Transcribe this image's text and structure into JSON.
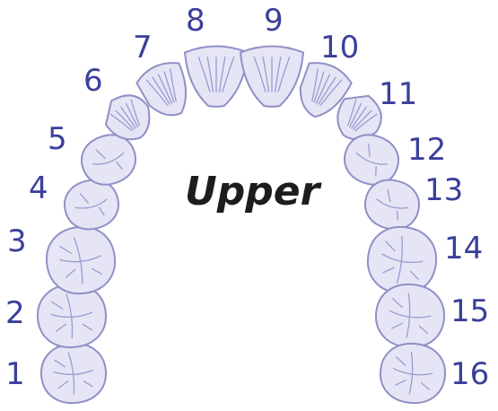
{
  "arch": {
    "title": "Upper",
    "tooth_numbers": [
      "1",
      "2",
      "3",
      "4",
      "5",
      "6",
      "7",
      "8",
      "9",
      "10",
      "11",
      "12",
      "13",
      "14",
      "15",
      "16"
    ]
  },
  "colors": {
    "number_text": "#3b3f9a",
    "tooth_fill": "#e6e5f6",
    "tooth_outline": "#8f90c6",
    "title_text": "#1d1d1f"
  }
}
